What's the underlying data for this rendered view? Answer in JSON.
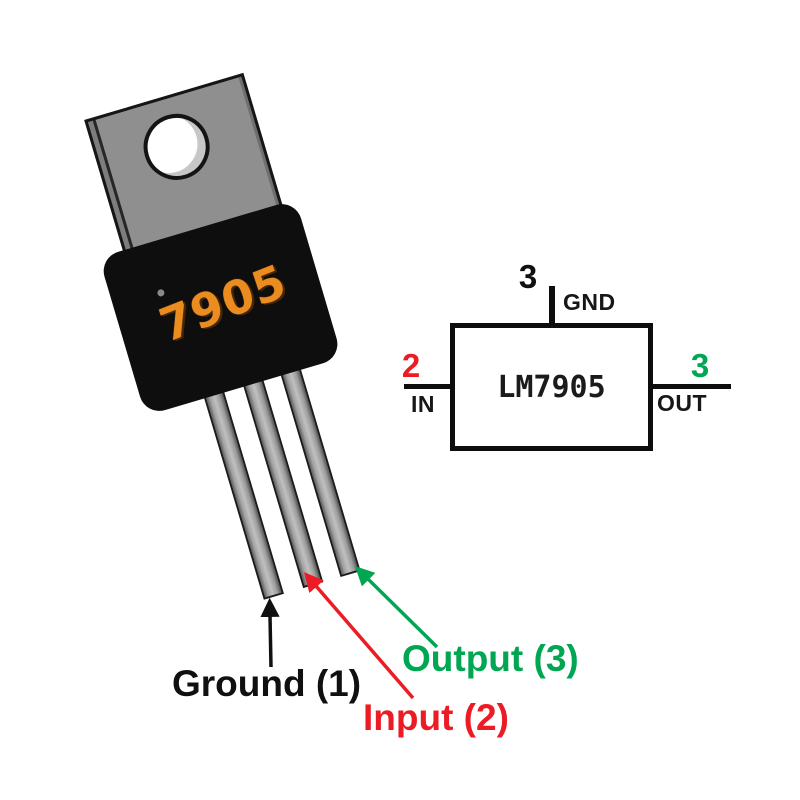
{
  "package": {
    "marking": "7905",
    "colors": {
      "body": "#0e0e0e",
      "tab": "#8f8f8f",
      "legs": "#a9a9a9",
      "marking": "#ea8c1f"
    }
  },
  "schematic": {
    "chip_label": "LM7905",
    "pins": {
      "top": {
        "number": "3",
        "name": "GND",
        "number_color": "#101010"
      },
      "left": {
        "number": "2",
        "name": "IN",
        "number_color": "#ec1c24"
      },
      "right": {
        "number": "3",
        "name": "OUT",
        "number_color": "#00a651"
      }
    }
  },
  "lead_labels": {
    "ground": {
      "text": "Ground (1)",
      "color": "#101010"
    },
    "input": {
      "text": "Input (2)",
      "color": "#ec1c24"
    },
    "output": {
      "text": "Output (3)",
      "color": "#00a651"
    }
  }
}
